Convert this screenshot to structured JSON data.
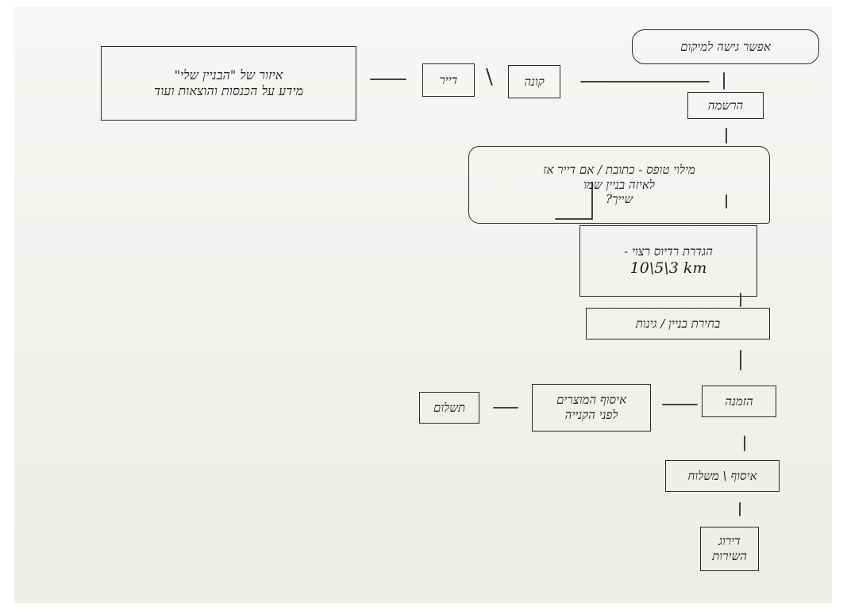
{
  "nodes": {
    "access": "אפשר גישה למיקום",
    "register": "הרשמה",
    "buyer": "קונה",
    "tenant": "דייר",
    "my_building": {
      "line1": "איזור של \"הבניין שלי\"",
      "line2": "מידע על הכנסות והוצאות ועוד"
    },
    "fill_form": {
      "line1": "מילוי טופס - כתובת / אם דייר אז",
      "line2": "לאיזה בניין שמו",
      "line3": "שייך?"
    },
    "radius": {
      "line1": "הגדרת רדיוס רצוי -",
      "line2": "10\\5\\3 km"
    },
    "choose": "בחירת בניין / גינות",
    "order": "הזמנה",
    "collect": {
      "line1": "איסוף המוצרים",
      "line2": "לפני הקנייה"
    },
    "payment": "תשלום",
    "pickup": "איסוף \\ משלוח",
    "rating": {
      "line1": "דירוג",
      "line2": "השירות"
    }
  },
  "separators": {
    "buyer_tenant": "\\"
  }
}
